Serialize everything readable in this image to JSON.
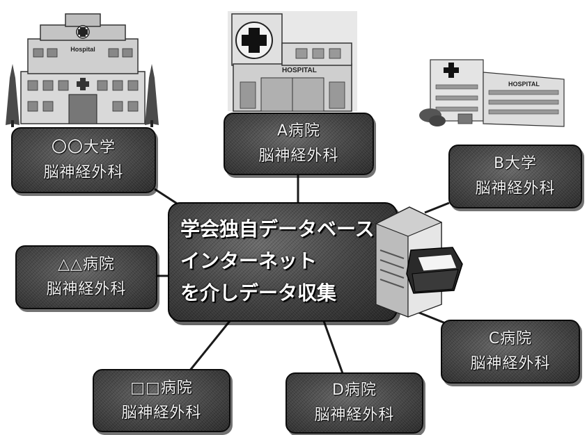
{
  "center": {
    "lines": [
      "学会独自データベース",
      "インターネット",
      "を介しデータ収集"
    ]
  },
  "nodes": [
    {
      "line1": "〇〇大学",
      "line2": "脳神経外科"
    },
    {
      "line1": "A病院",
      "line2": "脳神経外科"
    },
    {
      "line1": "B大学",
      "line2": "脳神経外科"
    },
    {
      "line1": "△△病院",
      "line2": "脳神経外科"
    },
    {
      "line1": "C病院",
      "line2": "脳神経外科"
    },
    {
      "line1": "□□病院",
      "line2": "脳神経外科"
    },
    {
      "line1": "D病院",
      "line2": "脳神経外科"
    }
  ],
  "buildings": {
    "university_sign": "Hospital",
    "a_sign": "HOSPITAL",
    "b_sign": "HOSPITAL"
  },
  "colors": {
    "node_fill": "#4a4a4a",
    "text": "#f2f2f2",
    "line": "#1a1a1a"
  }
}
